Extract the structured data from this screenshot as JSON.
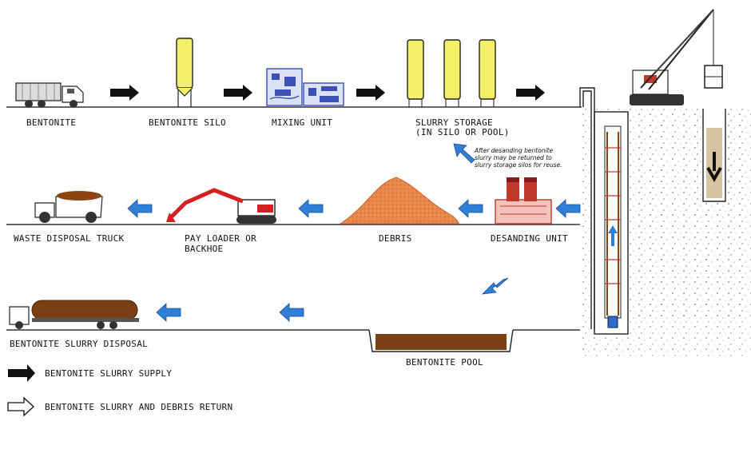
{
  "diagram": {
    "labels": {
      "bentonite": "BENTONITE",
      "bentonite_silo": "BENTONITE SILO",
      "mixing_unit": "MIXING UNIT",
      "slurry_storage_line1": "SLURRY STORAGE",
      "slurry_storage_line2": "(IN SILO OR POOL)",
      "waste_disposal_truck": "WASTE DISPOSAL TRUCK",
      "pay_loader_line1": "PAY LOADER OR",
      "pay_loader_line2": "BACKHOE",
      "debris": "DEBRIS",
      "desanding_unit": "DESANDING UNIT",
      "bentonite_slurry_disposal": "BENTONITE SLURRY DISPOSAL",
      "bentonite_pool": "BENTONITE POOL"
    },
    "note_lines": [
      "After desanding bentonite",
      "slurry may be returned to",
      "slurry storage silos for reuse."
    ]
  },
  "legend": {
    "supply": "BENTONITE SLURRY SUPPLY",
    "return": "BENTONITE SLURRY AND DEBRIS RETURN"
  },
  "colors": {
    "supply_arrow": "#111111",
    "return_arrow": "#2f7fd6",
    "silo_fill": "#f2f066",
    "debris": "#e8874a",
    "slurry": "#7a3f12",
    "backhoe": "#d42020",
    "desander": "#c0392b",
    "mixer": "#3b4fb4"
  }
}
